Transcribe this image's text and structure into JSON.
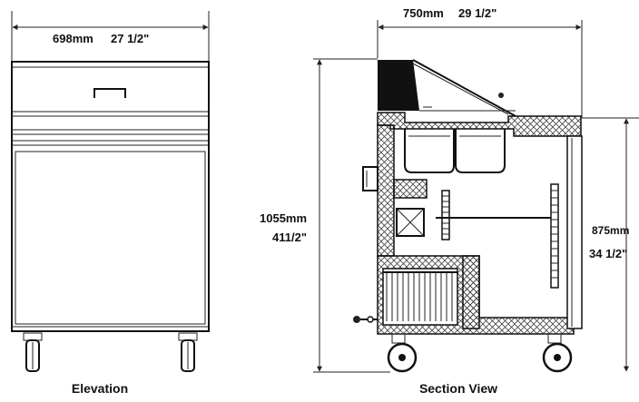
{
  "elevation": {
    "width_mm": "698mm",
    "width_in": "27 1/2\"",
    "caption": "Elevation"
  },
  "section": {
    "width_mm": "750mm",
    "width_in": "29 1/2\"",
    "height_mm": "1055mm",
    "height_in": "411/2\"",
    "counter_mm": "875mm",
    "counter_in": "34 1/2\"",
    "caption": "Section View"
  }
}
